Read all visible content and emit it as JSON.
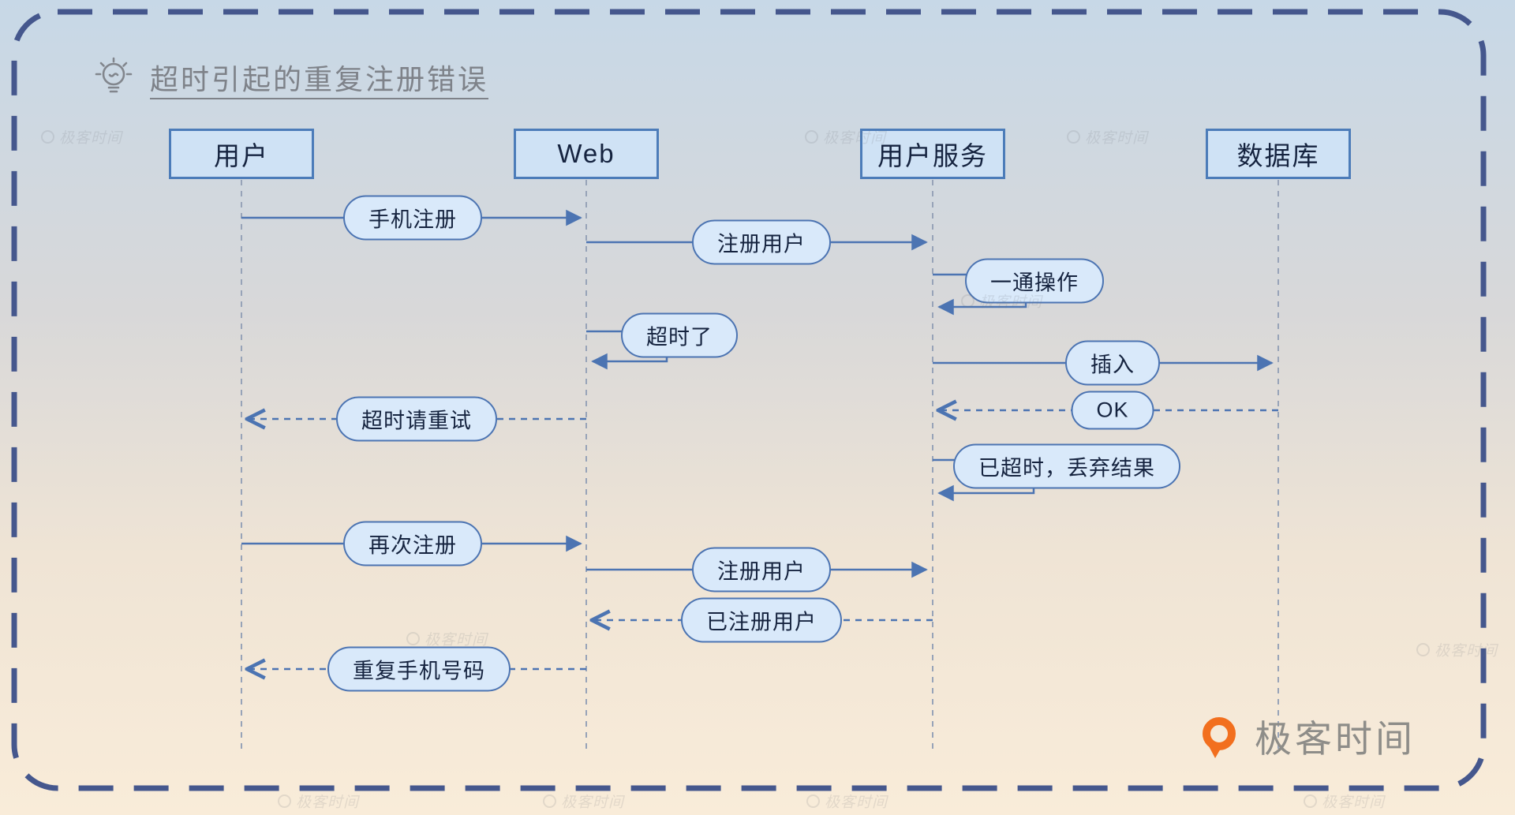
{
  "title": "超时引起的重复注册错误",
  "actors": [
    {
      "id": "user",
      "label": "用户"
    },
    {
      "id": "web",
      "label": "Web"
    },
    {
      "id": "service",
      "label": "用户服务"
    },
    {
      "id": "database",
      "label": "数据库"
    }
  ],
  "messages": [
    {
      "label": "手机注册",
      "from": "用户",
      "to": "Web",
      "type": "request"
    },
    {
      "label": "注册用户",
      "from": "Web",
      "to": "用户服务",
      "type": "request"
    },
    {
      "label": "一通操作",
      "from": "用户服务",
      "to": "用户服务",
      "type": "self"
    },
    {
      "label": "超时了",
      "from": "Web",
      "to": "Web",
      "type": "self"
    },
    {
      "label": "插入",
      "from": "用户服务",
      "to": "数据库",
      "type": "request"
    },
    {
      "label": "OK",
      "from": "数据库",
      "to": "用户服务",
      "type": "return"
    },
    {
      "label": "超时请重试",
      "from": "Web",
      "to": "用户",
      "type": "return"
    },
    {
      "label": "已超时，丢弃结果",
      "from": "用户服务",
      "to": "用户服务",
      "type": "self"
    },
    {
      "label": "再次注册",
      "from": "用户",
      "to": "Web",
      "type": "request"
    },
    {
      "label": "注册用户",
      "from": "Web",
      "to": "用户服务",
      "type": "request"
    },
    {
      "label": "已注册用户",
      "from": "用户服务",
      "to": "Web",
      "type": "return"
    },
    {
      "label": "重复手机号码",
      "from": "Web",
      "to": "用户",
      "type": "return"
    }
  ],
  "logo_text": "极客时间",
  "watermark_text": "极客时间",
  "colors": {
    "line": "#4c74b2",
    "pill_fill": "#d9e9fa",
    "pill_border": "#4c74b2",
    "box_fill": "#cfe2f5",
    "box_border": "#4c7cb9",
    "dashed_border": "#45578d",
    "title_gray": "#7e8289",
    "logo_orange": "#f26f1e",
    "bg_top": "#c7d8e7",
    "bg_bottom": "#f9ecd9"
  }
}
